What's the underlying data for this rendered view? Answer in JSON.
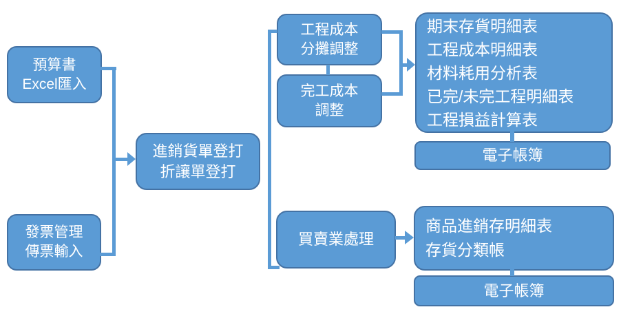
{
  "diagram": {
    "type": "flowchart",
    "colors": {
      "box_fill": "#5B9BD5",
      "box_border": "#4472A4",
      "connector": "#5B9BD5",
      "text": "#FFFFFF"
    },
    "boxes": {
      "budget": {
        "lines": [
          "預算書",
          "Excel匯入"
        ]
      },
      "invoice": {
        "lines": [
          "發票管理",
          "傳票輸入"
        ]
      },
      "order_entry": {
        "lines": [
          "進銷貨單登打",
          "折讓單登打"
        ]
      },
      "cost_allocation": {
        "lines": [
          "工程成本",
          "分攤調整"
        ]
      },
      "completion_cost": {
        "lines": [
          "完工成本",
          "調整"
        ]
      },
      "project_reports": {
        "lines": [
          "期末存貨明細表",
          "工程成本明細表",
          "材料耗用分析表",
          "已完/未完工程明細表",
          "工程損益計算表"
        ]
      },
      "e_ledger_top": {
        "lines": [
          "電子帳簿"
        ]
      },
      "trading_process": {
        "lines": [
          "買賣業處理"
        ]
      },
      "trade_reports": {
        "lines": [
          "商品進銷存明細表",
          "存貨分類帳"
        ]
      },
      "e_ledger_bottom": {
        "lines": [
          "電子帳簿"
        ]
      }
    }
  }
}
